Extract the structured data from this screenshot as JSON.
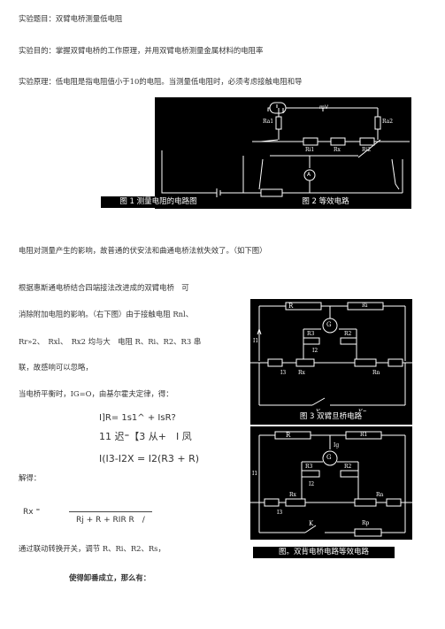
{
  "text": {
    "title": "实验题目：双臂电桥测量低电阻",
    "purpose": "实验目的：掌握双臂电桥的工作原理，并用双臂电桥测量金属材料的电阻率",
    "principle": "实验原理：低电阻是指电阻值小于10的电阻。当测量低电阻时，必须考虑接触电阻和导",
    "effect": "电阻对测量产生的影响，故普通的伏安法和曲通电桥法就失效了。（如下图）",
    "p1": "根据惠斯通电桥结合四端接法改进成的双臂电桥　可",
    "p2": "消除附加电阻的影响。（右下图）由于接触电阻 Rnl、",
    "p3": "Rr»2、　Rxl、　Rx2 均与大　电阻 R、Ri、R2、R3 串",
    "p4": "联，故感响可以忽略，",
    "p5": "当电桥平衡时，IG=O，由基尔霍夫定律，得：",
    "eq1": "I]R= 1s1^ + IsR?",
    "eq2": "11 迟⁼【3 从+　I 凤",
    "eq3": "I(I3-I2X = I2(R3 + R)",
    "solve": "解得：",
    "eq4a": "Rx ⁼",
    "eq4b": "Rj + R + RIR R　/",
    "p6": "通过联动转换开关，调节 R、Ri、R2、Rs，",
    "p7": "使得卸番成立，那么有："
  },
  "captions": {
    "fig1": "图 1 测量电阻的电路图",
    "fig2": "图 2 等效电路",
    "fig3": "图 3 双臂旦桥电路",
    "fig4": "图。双背电桥电路等效电路"
  },
  "fig2_labels": {
    "mv": "mV",
    "ra1": "Ra1",
    "ra2": "Ra2",
    "r1": "Ri1",
    "rx": "Rx",
    "r2": "Ri2",
    "a": "A"
  },
  "fig3_labels": {
    "r": "R",
    "ri": "Ri",
    "g": "G",
    "r3": "R3",
    "r2": "R2",
    "i1": "I1",
    "i2": "I2",
    "i3": "I3",
    "rx": "Rx",
    "rn": "Rn",
    "k": "K",
    "kn": "Kn"
  },
  "fig4_labels": {
    "r": "R",
    "r1": "R1",
    "ig": "Ig",
    "g": "G",
    "r3": "R3",
    "r2": "R2",
    "i1": "I1",
    "i2": "I2",
    "i3": "I3",
    "rx": "Rx",
    "rn": "Rn",
    "k": "K",
    "rp": "Rp"
  }
}
